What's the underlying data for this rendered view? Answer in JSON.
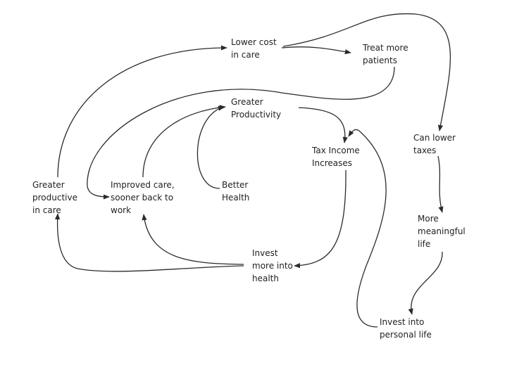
{
  "nodes": [
    {
      "id": "lower-cost",
      "lines": [
        "Lower cost",
        "in care"
      ]
    },
    {
      "id": "treat-more",
      "lines": [
        "Treat more",
        "patients"
      ]
    },
    {
      "id": "greater-productivity",
      "lines": [
        "Greater",
        "Productivity"
      ]
    },
    {
      "id": "tax-income",
      "lines": [
        "Tax Income",
        "Increases"
      ]
    },
    {
      "id": "can-lower-taxes",
      "lines": [
        "Can lower",
        "taxes"
      ]
    },
    {
      "id": "greater-productive-care",
      "lines": [
        "Greater",
        "productive",
        "in care"
      ]
    },
    {
      "id": "improved-care",
      "lines": [
        "Improved care,",
        "sooner back to",
        "work"
      ]
    },
    {
      "id": "better-health",
      "lines": [
        "Better",
        "Health"
      ]
    },
    {
      "id": "more-meaningful",
      "lines": [
        "More",
        "meaningful",
        "life"
      ]
    },
    {
      "id": "invest-health",
      "lines": [
        "Invest",
        "more into",
        "health"
      ]
    },
    {
      "id": "invest-personal",
      "lines": [
        "Invest into",
        "personal life"
      ]
    }
  ],
  "edges": [
    {
      "from": "greater-productive-care",
      "to": "lower-cost"
    },
    {
      "from": "lower-cost",
      "to": "treat-more"
    },
    {
      "from": "lower-cost",
      "to": "can-lower-taxes"
    },
    {
      "from": "treat-more",
      "to": "improved-care"
    },
    {
      "from": "improved-care",
      "to": "greater-productivity"
    },
    {
      "from": "better-health",
      "to": "greater-productivity"
    },
    {
      "from": "greater-productivity",
      "to": "tax-income"
    },
    {
      "from": "tax-income",
      "to": "invest-health"
    },
    {
      "from": "invest-health",
      "to": "greater-productive-care"
    },
    {
      "from": "invest-health",
      "to": "improved-care"
    },
    {
      "from": "invest-personal",
      "to": "tax-income"
    },
    {
      "from": "can-lower-taxes",
      "to": "more-meaningful"
    },
    {
      "from": "more-meaningful",
      "to": "invest-personal"
    }
  ]
}
